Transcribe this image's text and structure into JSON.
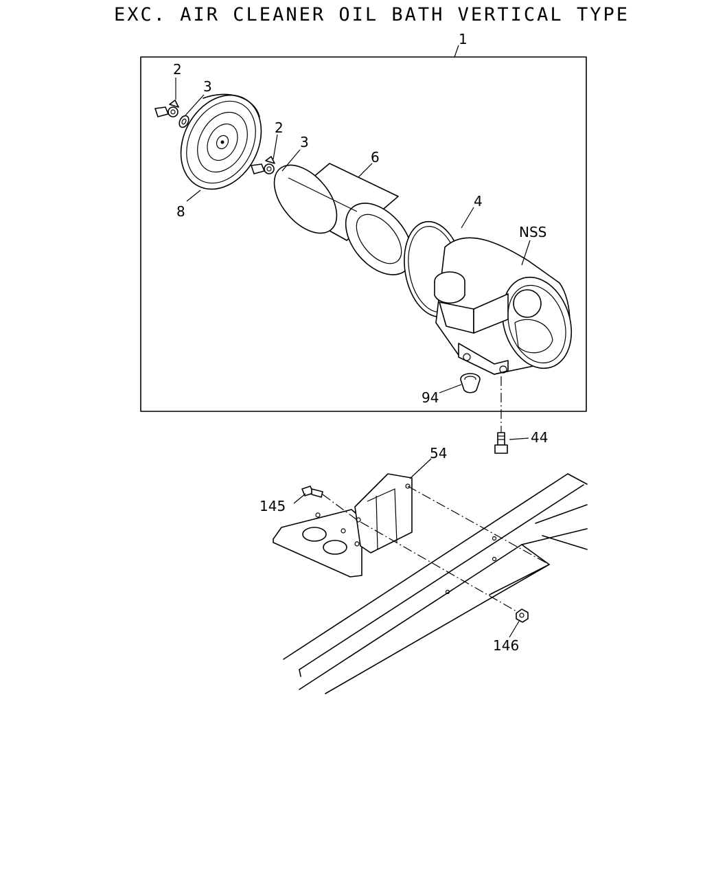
{
  "title": "EXC. AIR CLEANER OIL BATH VERTICAL TYPE",
  "callouts": {
    "assembly": "1",
    "wing_nut_a": "2",
    "washer_a": "3",
    "wing_nut_b": "2",
    "washer_b": "3",
    "cover": "8",
    "element": "6",
    "gasket": "4",
    "body": "NSS",
    "cap": "94",
    "bolt": "44",
    "bracket": "54",
    "bracket_bolt": "145",
    "nut": "146"
  }
}
